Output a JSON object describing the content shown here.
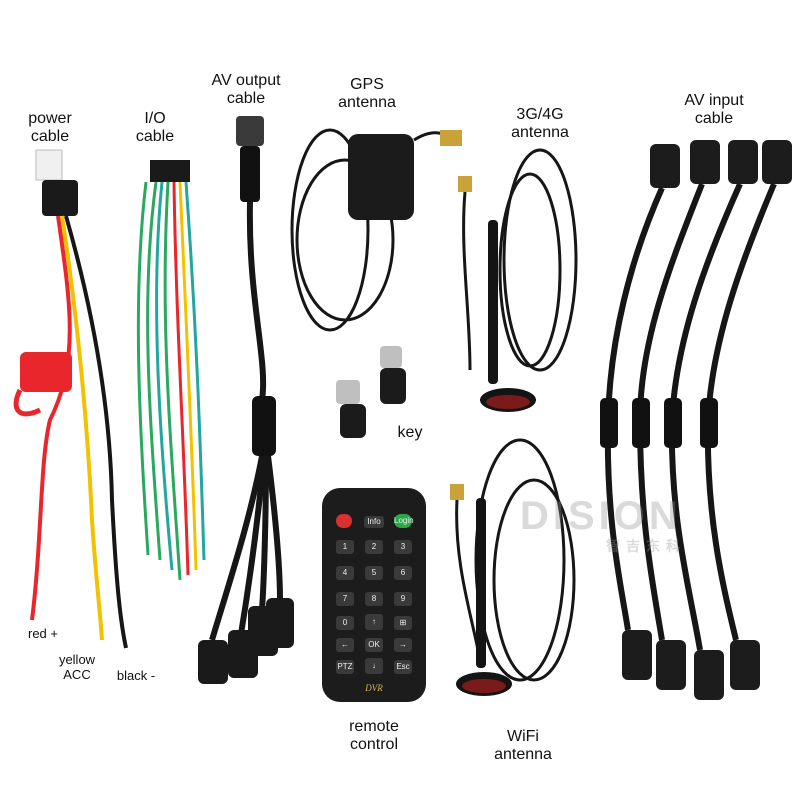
{
  "labels": {
    "power": [
      "power",
      "cable"
    ],
    "io": [
      "I/O",
      "cable"
    ],
    "av_out": [
      "AV output",
      "cable"
    ],
    "gps": [
      "GPS",
      "antenna"
    ],
    "g34": [
      "3G/4G",
      "antenna"
    ],
    "av_in": [
      "AV input",
      "cable"
    ],
    "key": "key",
    "remote": [
      "remote",
      "control"
    ],
    "wifi": [
      "WiFi",
      "antenna"
    ],
    "red": "red +",
    "yellow": [
      "yellow",
      "ACC"
    ],
    "black": "black -"
  },
  "remote": {
    "top": [
      "Info"
    ],
    "login": "Login",
    "nums": [
      "1",
      "2",
      "3",
      "4",
      "5",
      "6",
      "7",
      "8",
      "9",
      "0"
    ],
    "ok": "OK",
    "ptz": "PTZ",
    "esc": "Esc",
    "brand": "DVR"
  },
  "watermark": {
    "text": "DISION",
    "sub": "智吉东科"
  },
  "colors": {
    "red": "#e8262b",
    "yellow": "#f2c200",
    "green": "#2aa860",
    "teal": "#23a6a0",
    "cable": "#161616",
    "green_button": "#28a84a",
    "red_button": "#d93030"
  }
}
